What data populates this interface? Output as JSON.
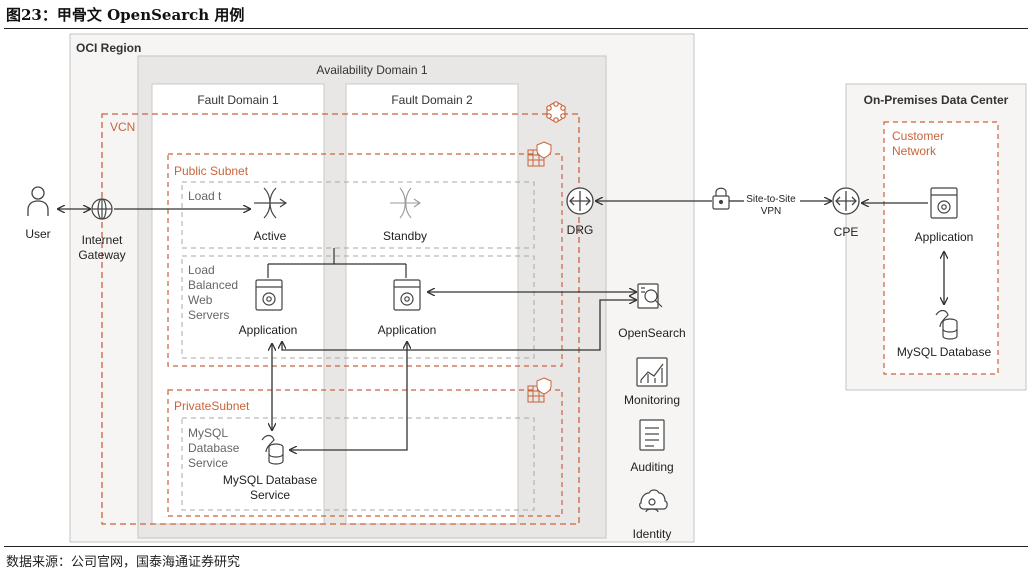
{
  "figure_title": "图23：甲骨文 OpenSearch 用例",
  "source": "数据来源：公司官网，国泰海通证券研究",
  "labels": {
    "oci_region": "OCI Region",
    "availability_domain": "Availability Domain 1",
    "fault_domain_1": "Fault Domain 1",
    "fault_domain_2": "Fault Domain 2",
    "vcn": "VCN",
    "public_subnet": "Public Subnet",
    "load_balancer": "Load t",
    "active": "Active",
    "standby": "Standby",
    "lb_web_servers": [
      "Load",
      "Balanced",
      "Web",
      "Servers"
    ],
    "application_1": "Application",
    "application_2": "Application",
    "private_subnet": "PrivateSubnet",
    "mysql_service_box": [
      "MySQL",
      "Database",
      "Service"
    ],
    "mysql_service": [
      "MySQL Database",
      "Service"
    ],
    "user": "User",
    "internet_gateway": [
      "Internet",
      "Gateway"
    ],
    "drg": "DRG",
    "vpn": [
      "Site-to-Site",
      "VPN"
    ],
    "cpe": "CPE",
    "on_prem": "On-Premises Data Center",
    "customer_network": [
      "Customer",
      "Network"
    ],
    "onprem_application": "Application",
    "onprem_mysql": "MySQL Database",
    "opensearch": "OpenSearch",
    "monitoring": "Monitoring",
    "auditing": "Auditing",
    "identity": "Identity"
  },
  "colors": {
    "orange": "#c9643c",
    "gray_box": "#ebebeb",
    "light_box": "#f6f5f3",
    "border": "#b8b8b8",
    "dark": "#333333"
  }
}
